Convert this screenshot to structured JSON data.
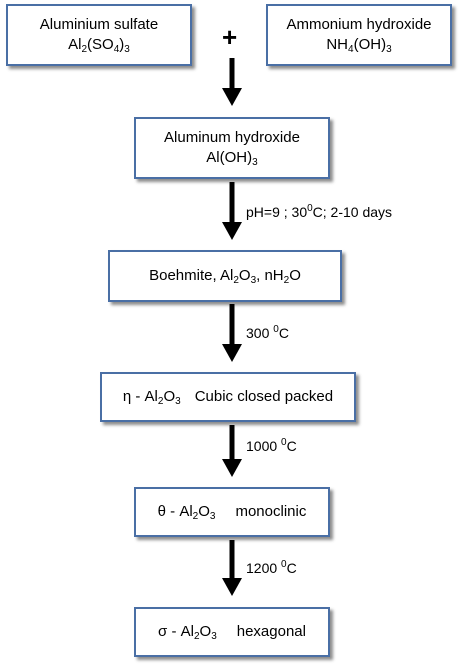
{
  "nodes": {
    "sulfate": {
      "name": "Aluminium  sulfate",
      "f1": "Al",
      "s1": "2",
      "f2": "(SO",
      "s2": "4",
      "f3": ")",
      "s3": "3"
    },
    "ammonium": {
      "name": "Ammonium hydroxide",
      "f1": "NH",
      "s1": "4",
      "f2": "(OH)",
      "s2": "3"
    },
    "hydroxide": {
      "name": "Aluminum  hydroxide",
      "f1": "Al(OH)",
      "s1": "3"
    },
    "boehmite": {
      "t1": "Boehmite, Al",
      "s1": "2",
      "t2": "O",
      "s2": "3",
      "t3": ", nH",
      "s3": "2",
      "t4": "O"
    },
    "eta": {
      "greek": "η",
      "t1": " - Al",
      "s1": "2",
      "t2": "O",
      "s2": "3",
      "desc": "Cubic closed packed"
    },
    "theta": {
      "greek": "θ",
      "t1": " - Al",
      "s1": "2",
      "t2": "O",
      "s2": "3",
      "desc": "monoclinic"
    },
    "sigma": {
      "greek": "σ",
      "t1": " - Al",
      "s1": "2",
      "t2": "O",
      "s2": "3",
      "desc": "hexagonal"
    }
  },
  "plus": "+",
  "conditions": {
    "c1": {
      "t1": "pH=9 ; 30",
      "sup": "0",
      "t2": "C; 2-10  days"
    },
    "c2": {
      "t1": "300 ",
      "sup": "0",
      "t2": "C"
    },
    "c3": {
      "t1": "1000 ",
      "sup": "0",
      "t2": "C"
    },
    "c4": {
      "t1": "1200 ",
      "sup": "0",
      "t2": "C"
    }
  },
  "colors": {
    "box_border": "#4a6fa5",
    "arrow": "#000000"
  }
}
